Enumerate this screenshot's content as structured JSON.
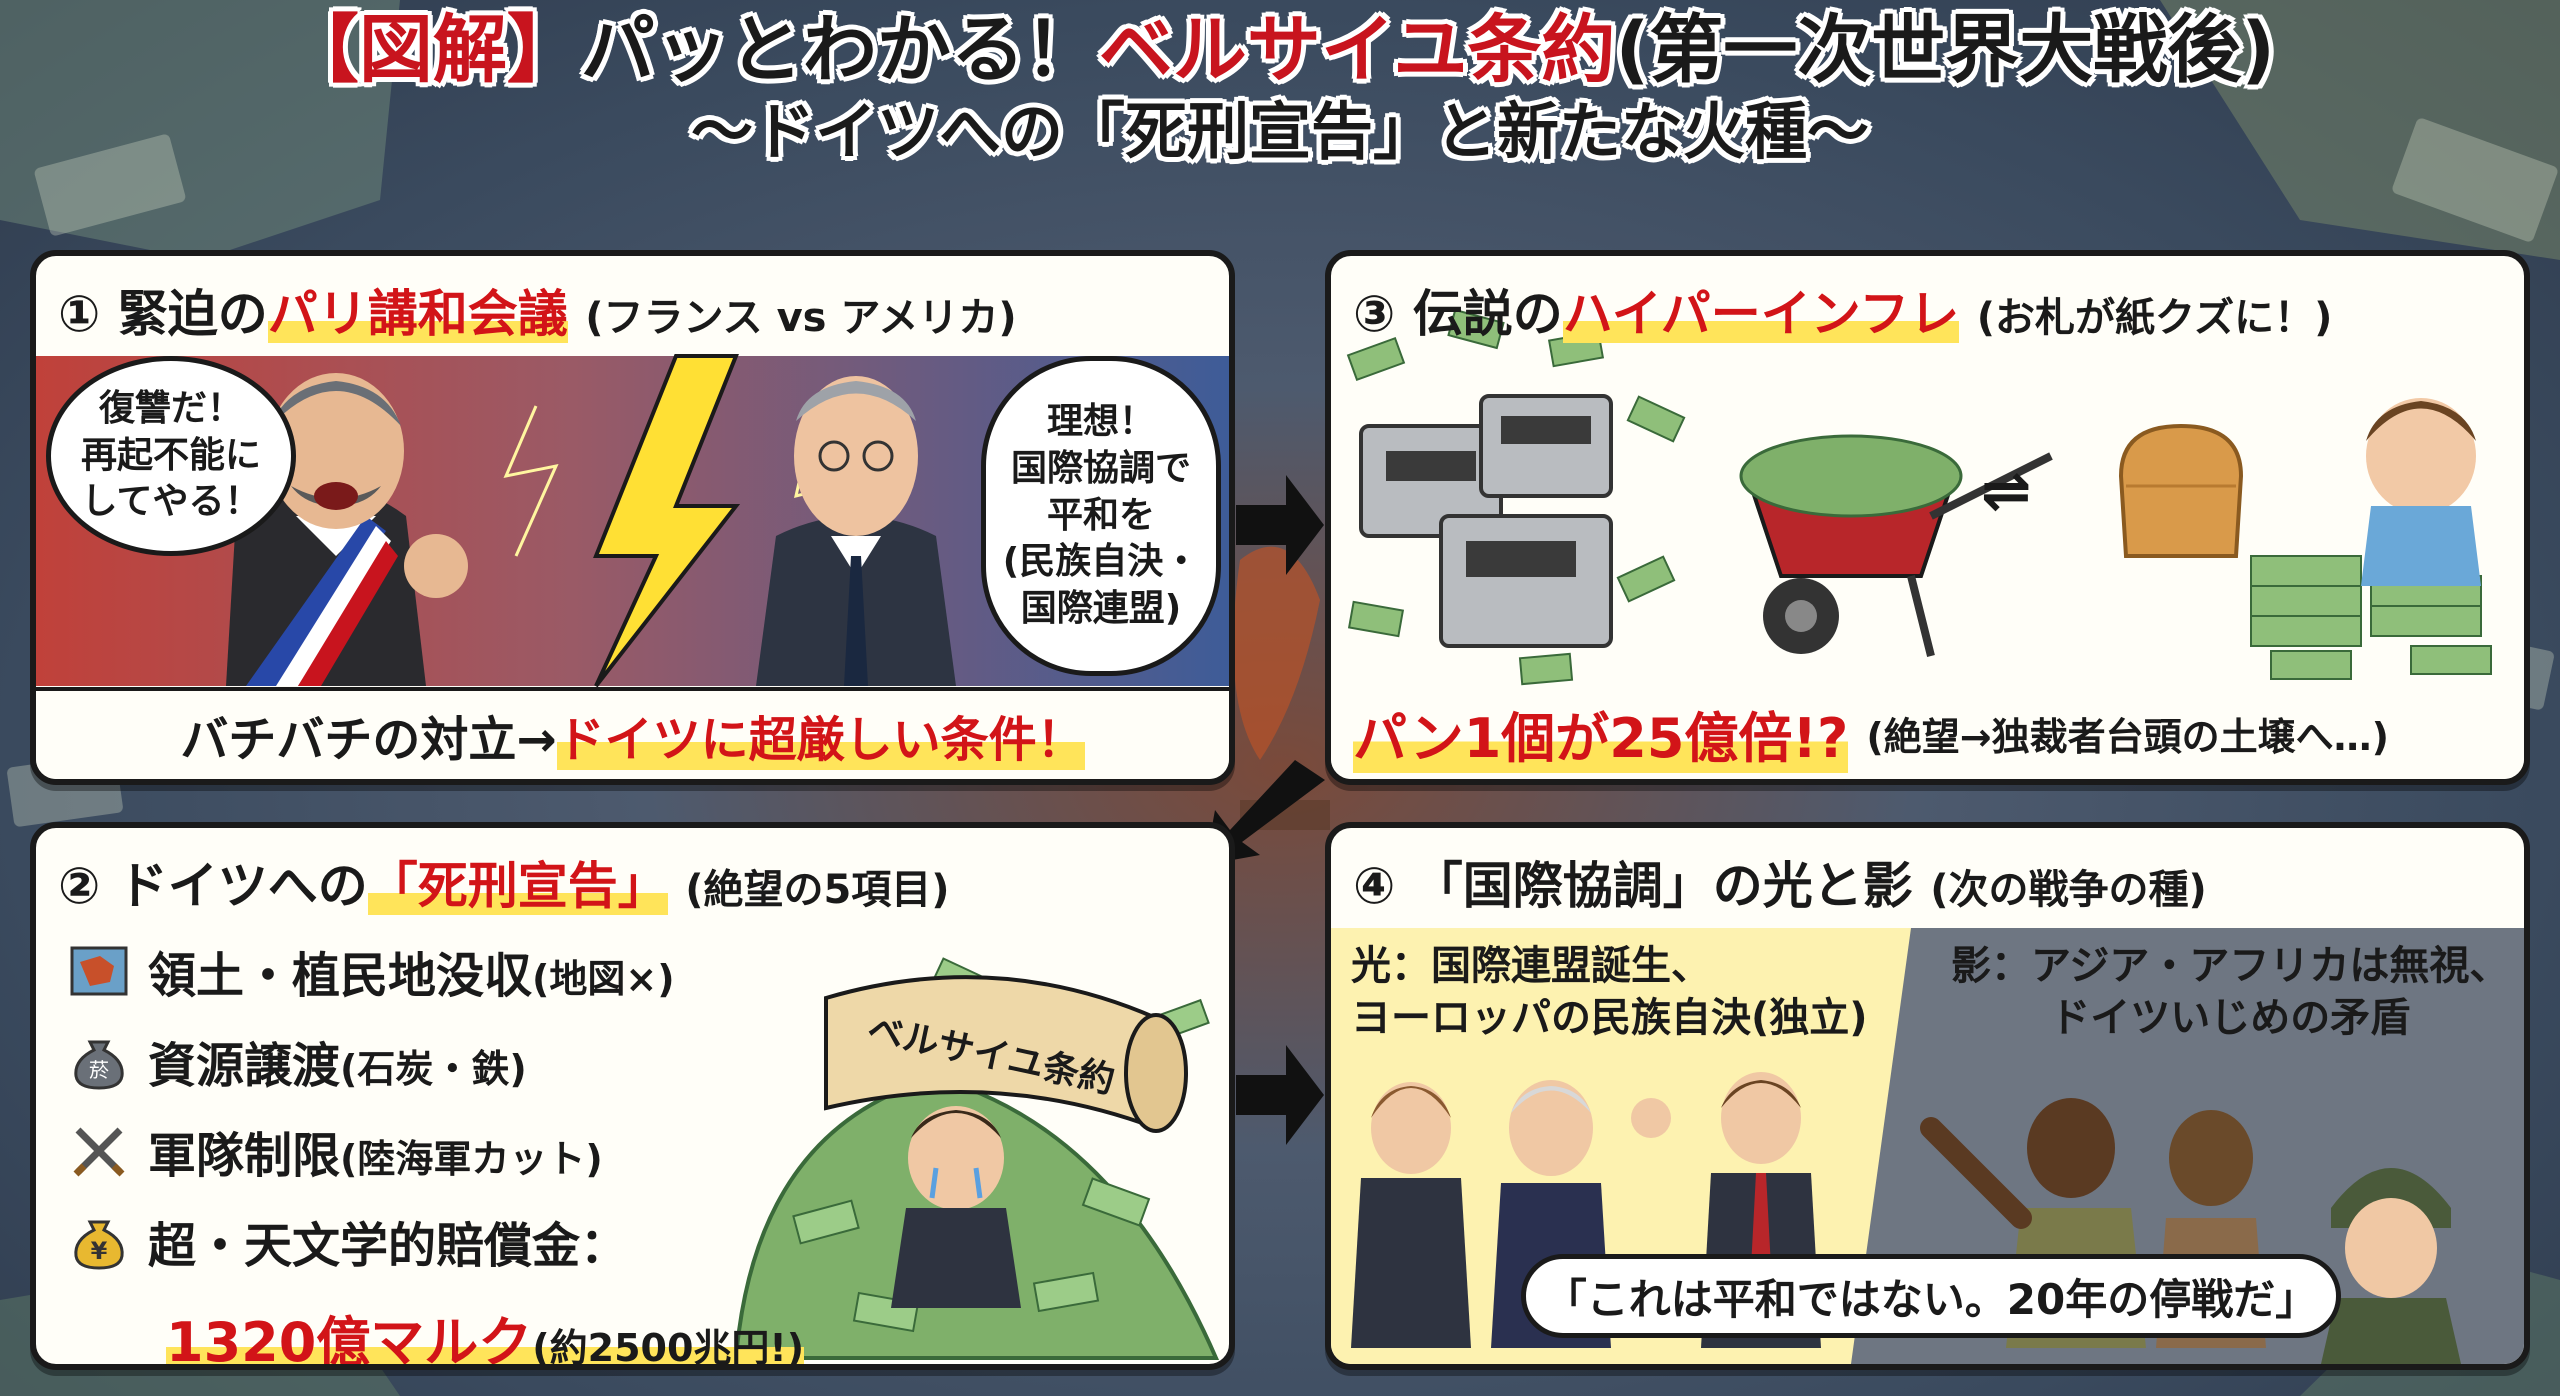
{
  "title": {
    "prefix": "【図解】",
    "main": "パッとわかる！",
    "highlight": "ベルサイユ条約",
    "suffix": "(第一次世界大戦後)",
    "subtitle": "〜ドイツへの「死刑宣告」と新たな火種〜"
  },
  "panel1": {
    "num": "①",
    "pre": "緊迫の",
    "highlight": "パリ講和会議",
    "note": "(フランス vs アメリカ)",
    "bubble_left": "復讐だ！\n再起不能に\nしてやる！",
    "bubble_right": "理想！\n国際協調で\n平和を\n(民族自決・\n国際連盟)",
    "banner_pre": "バチバチの対立→",
    "banner_highlight": "ドイツに超厳しい条件！"
  },
  "panel3": {
    "num": "③",
    "pre": "伝説の",
    "highlight": "ハイパーインフレ",
    "note": "(お札が紙クズに！)",
    "exchange_symbol": "⇌",
    "banner_highlight": "パン1個が25億倍!?",
    "banner_note": "(絶望→独裁者台頭の土壌へ…)"
  },
  "panel2": {
    "num": "②",
    "pre": "ドイツへの",
    "highlight": "「死刑宣告」",
    "note": "(絶望の5項目)",
    "items": [
      {
        "label": "領土・植民地没収",
        "note": "(地図×)"
      },
      {
        "label": "資源譲渡",
        "note": "(石炭・鉄)"
      },
      {
        "label": "軍隊制限",
        "note": "(陸海軍カット)"
      },
      {
        "label": "超・天文学的賠償金：",
        "note": ""
      }
    ],
    "reparation_amount": "1320億マルク",
    "reparation_note": "(約2500兆円!)",
    "scroll_label": "ベルサイユ条約",
    "bag_label": "菸",
    "yen_label": "¥"
  },
  "panel4": {
    "num": "④",
    "title": "「国際協調」の光と影",
    "note": "(次の戦争の種)",
    "light_caption": "光：国際連盟誕生、\nヨーロッパの民族自決(独立)",
    "shadow_caption": "影：アジア・アフリカは無視、\nドイツいじめの矛盾",
    "quote": "「これは平和ではない。20年の停戦だ」"
  },
  "colors": {
    "accent_red": "#d21418",
    "highlight_yellow": "#ffe45a",
    "panel_bg": "#fffef8",
    "border": "#1a1a1a"
  }
}
